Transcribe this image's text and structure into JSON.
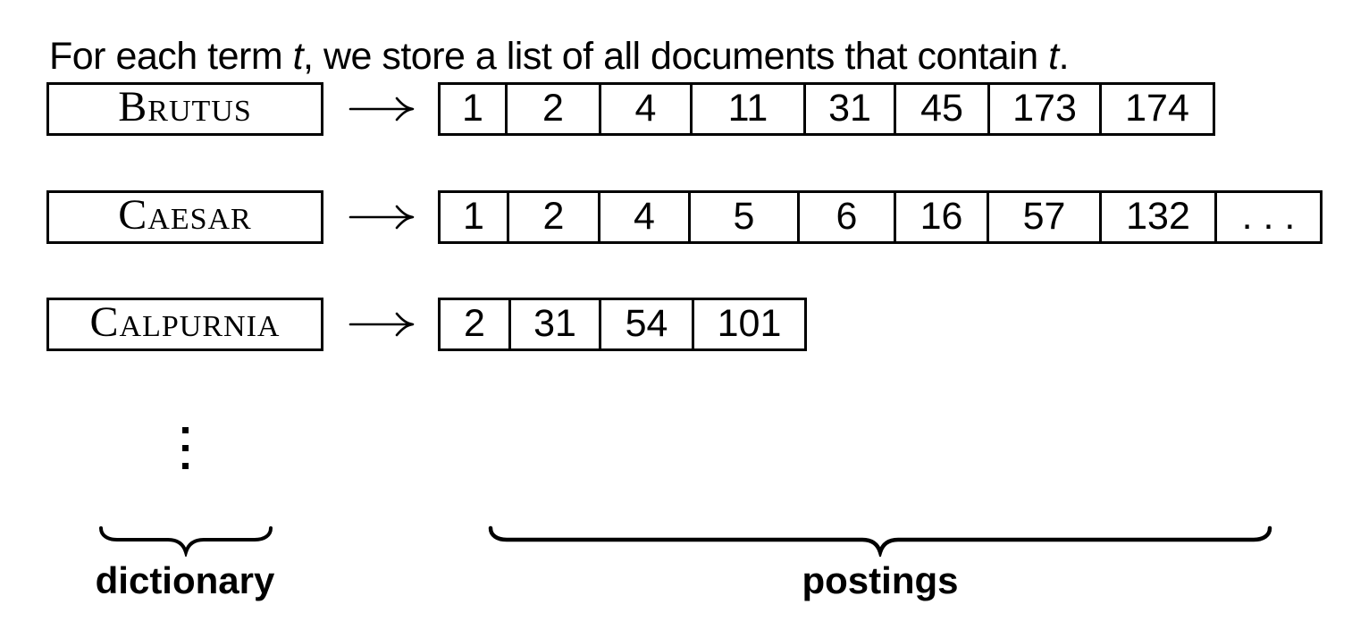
{
  "title": {
    "part1": "For each term ",
    "term_symbol_1": "t",
    "part2": ", we store a list of all documents that contain ",
    "term_symbol_2": "t",
    "part3": "."
  },
  "rows": [
    {
      "term": "Brutus",
      "postings": [
        "1",
        "2",
        "4",
        "11",
        "31",
        "45",
        "173",
        "174"
      ]
    },
    {
      "term": "Caesar",
      "postings": [
        "1",
        "2",
        "4",
        "5",
        "6",
        "16",
        "57",
        "132",
        ". . ."
      ]
    },
    {
      "term": "Calpurnia",
      "postings": [
        "2",
        "31",
        "54",
        "101"
      ]
    }
  ],
  "labels": {
    "dictionary": "dictionary",
    "postings": "postings"
  },
  "icons": {
    "long_right_arrow": "⟶",
    "vertical_ellipsis": "⋮",
    "underbrace": "︸"
  },
  "colors": {
    "foreground": "#000000",
    "background": "#ffffff"
  }
}
